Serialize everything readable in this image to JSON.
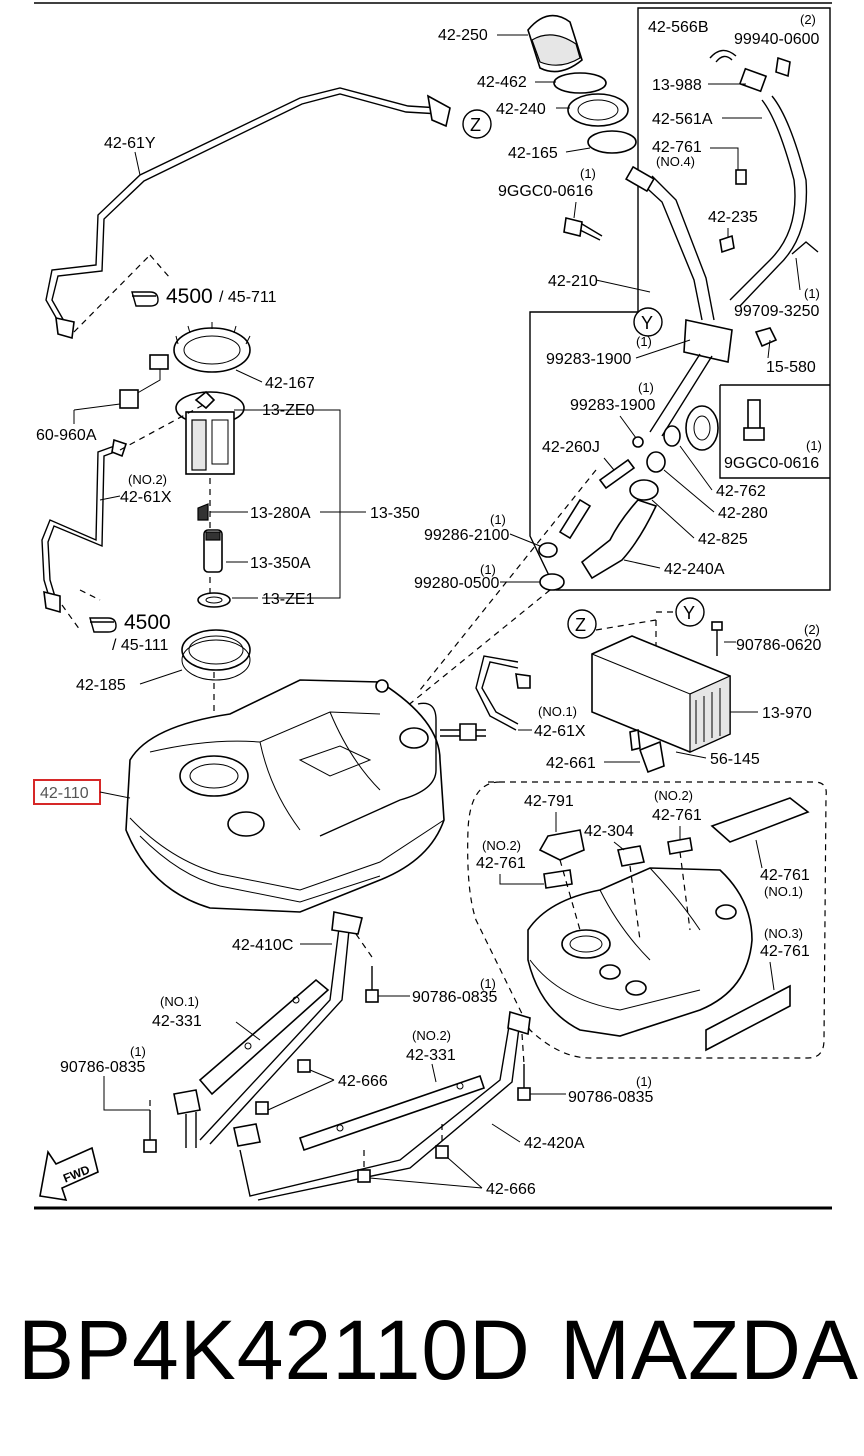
{
  "labels": {
    "l_42_250": "42-250",
    "l_42_462": "42-462",
    "l_42_240": "42-240",
    "l_42_165": "42-165",
    "l_42_61Y": "42-61Y",
    "l_42_566B": "42-566B",
    "l_99940_0600": "99940-0600",
    "l_13_988": "13-988",
    "l_42_561A": "42-561A",
    "l_42_761_no4": "42-761",
    "l_9GGC0_0616_top": "9GGC0-0616",
    "l_42_235": "42-235",
    "l_42_210": "42-210",
    "l_99709_3250": "99709-3250",
    "l_99283_1900_a": "99283-1900",
    "l_15_580": "15-580",
    "l_99283_1900_b": "99283-1900",
    "l_42_260J": "42-260J",
    "l_9GGC0_0616_right": "9GGC0-0616",
    "l_42_762": "42-762",
    "l_42_280": "42-280",
    "l_42_825": "42-825",
    "l_42_240A": "42-240A",
    "l_99286_2100": "99286-2100",
    "l_99280_0500": "99280-0500",
    "l_4500_top": "4500",
    "l_45_711": "/ 45-711",
    "l_42_167": "42-167",
    "l_60_960A": "60-960A",
    "l_13_ZE0": "13-ZE0",
    "l_42_61X_no2": "42-61X",
    "l_13_280A": "13-280A",
    "l_13_350": "13-350",
    "l_13_350A": "13-350A",
    "l_13_ZE1": "13-ZE1",
    "l_4500_bottom": "4500",
    "l_45_111": "/ 45-111",
    "l_42_185": "42-185",
    "l_90786_0620": "90786-0620",
    "l_13_970": "13-970",
    "l_42_61X_no1": "42-61X",
    "l_42_661": "42-661",
    "l_56_145": "56-145",
    "l_42_110": "42-110",
    "l_42_791": "42-791",
    "l_42_304": "42-304",
    "l_42_761_no2a": "42-761",
    "l_42_761_no2b": "42-761",
    "l_42_761_no1": "42-761",
    "l_42_761_no3": "42-761",
    "l_42_410C": "42-410C",
    "l_90786_0835_a": "90786-0835",
    "l_42_331_no1": "42-331",
    "l_90786_0835_b": "90786-0835",
    "l_42_666_a": "42-666",
    "l_42_331_no2": "42-331",
    "l_90786_0835_c": "90786-0835",
    "l_42_420A": "42-420A",
    "l_42_666_b": "42-666"
  },
  "qty": {
    "q2": "(2)",
    "q1": "(1)"
  },
  "notes": {
    "no1": "(NO.1)",
    "no2": "(NO.2)",
    "no3": "(NO.3)",
    "no4": "(NO.4)"
  },
  "refs": {
    "z": "Z",
    "y": "Y"
  },
  "fwd": "FWD",
  "footer": {
    "part_number": "BP4K42110D",
    "brand": "MAZDA"
  },
  "colors": {
    "highlight": "#d62828"
  }
}
